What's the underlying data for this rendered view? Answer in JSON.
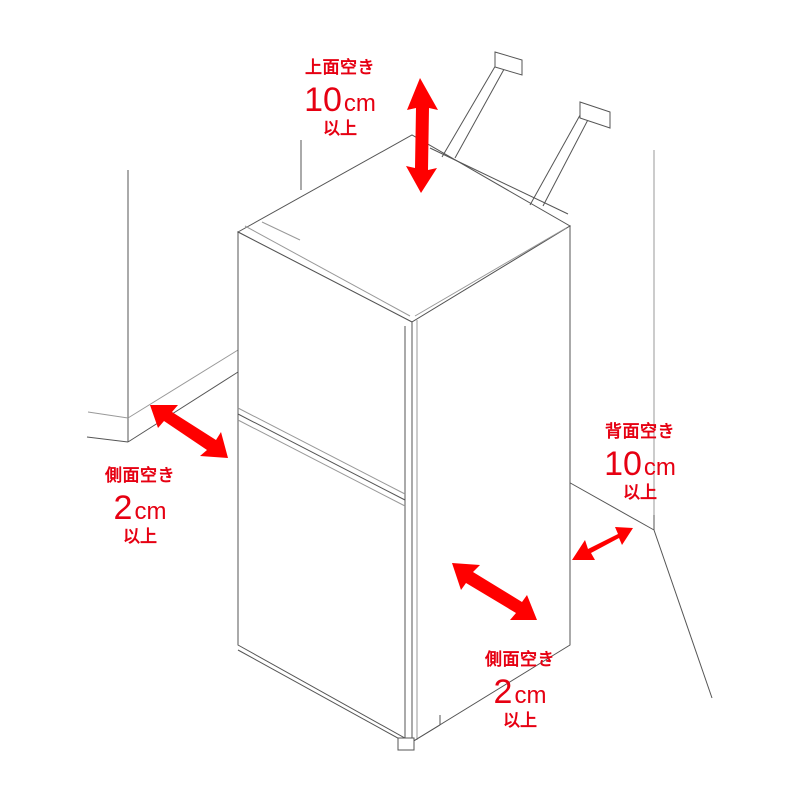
{
  "diagram": {
    "subject": "refrigerator-installation-clearance",
    "accent_color": "#e60012",
    "line_color": "#555555"
  },
  "labels": {
    "top": {
      "title": "上面空き",
      "value": "10",
      "unit": "cm",
      "suffix": "以上"
    },
    "back": {
      "title": "背面空き",
      "value": "10",
      "unit": "cm",
      "suffix": "以上"
    },
    "side_left": {
      "title": "側面空き",
      "value": "2",
      "unit": "cm",
      "suffix": "以上"
    },
    "side_right": {
      "title": "側面空き",
      "value": "2",
      "unit": "cm",
      "suffix": "以上"
    }
  },
  "arrows": [
    {
      "name": "top-clearance-arrow",
      "direction": "vertical"
    },
    {
      "name": "left-side-clearance-arrow",
      "direction": "diagonal"
    },
    {
      "name": "right-side-clearance-arrow",
      "direction": "diagonal"
    },
    {
      "name": "back-clearance-arrow",
      "direction": "diagonal"
    }
  ]
}
